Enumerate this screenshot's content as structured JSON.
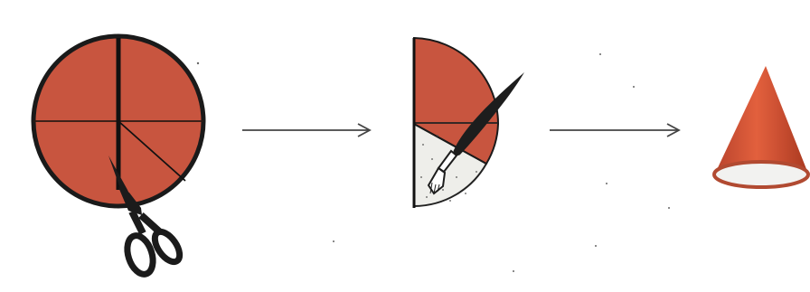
{
  "diagram": {
    "steps": [
      {
        "id": "cut-circle",
        "icon": "scissors-icon"
      },
      {
        "id": "roll-semicircle",
        "icon": "brush-icon"
      },
      {
        "id": "finished-cone",
        "icon": "cone-icon"
      }
    ],
    "arrows": 2
  },
  "colors": {
    "paper": "#c8553f",
    "paper_dark": "#b1432f",
    "outline": "#1a1a1a",
    "cone_inner": "#f2f2f0",
    "inner_speckle": "#eeeeea",
    "arrow": "#444444"
  }
}
